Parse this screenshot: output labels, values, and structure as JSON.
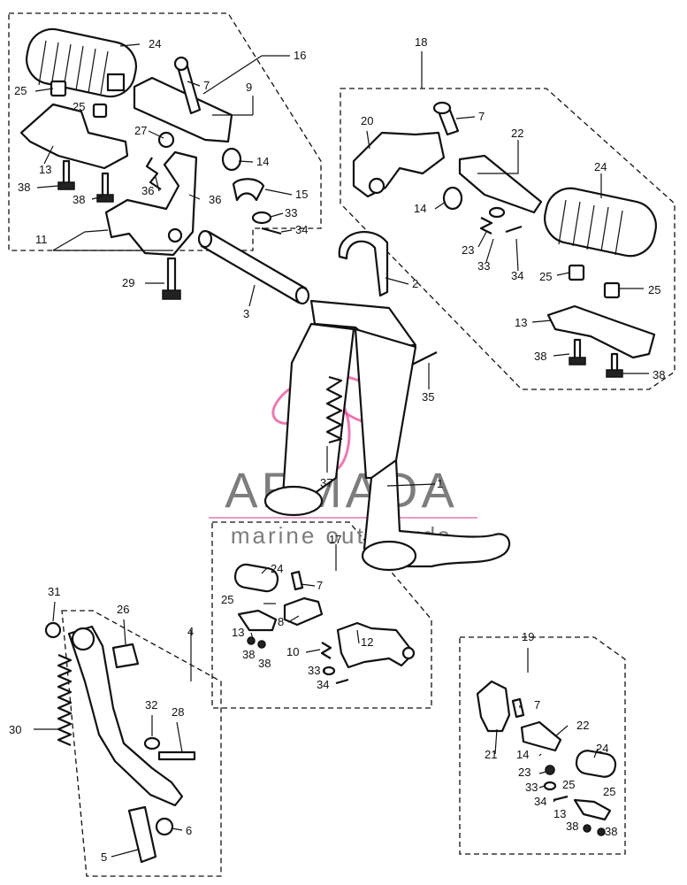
{
  "watermark": {
    "brand": "ARMADA",
    "tagline": "marine outboards",
    "logo_color": "#e64d98",
    "text_color": "#7d7d7d"
  },
  "callouts": [
    {
      "id": "c-24a",
      "label": "24"
    },
    {
      "id": "c-16",
      "label": "16"
    },
    {
      "id": "c-25a",
      "label": "25"
    },
    {
      "id": "c-25b",
      "label": "25"
    },
    {
      "id": "c-7a",
      "label": "7"
    },
    {
      "id": "c-9",
      "label": "9"
    },
    {
      "id": "c-27",
      "label": "27"
    },
    {
      "id": "c-13a",
      "label": "13"
    },
    {
      "id": "c-14a",
      "label": "14"
    },
    {
      "id": "c-38a",
      "label": "38"
    },
    {
      "id": "c-38b",
      "label": "38"
    },
    {
      "id": "c-36a",
      "label": "36"
    },
    {
      "id": "c-36b",
      "label": "36"
    },
    {
      "id": "c-15",
      "label": "15"
    },
    {
      "id": "c-33a",
      "label": "33"
    },
    {
      "id": "c-34a",
      "label": "34"
    },
    {
      "id": "c-11",
      "label": "11"
    },
    {
      "id": "c-29",
      "label": "29"
    },
    {
      "id": "c-3",
      "label": "3"
    },
    {
      "id": "c-18",
      "label": "18"
    },
    {
      "id": "c-7b",
      "label": "7"
    },
    {
      "id": "c-20",
      "label": "20"
    },
    {
      "id": "c-22a",
      "label": "22"
    },
    {
      "id": "c-24b",
      "label": "24"
    },
    {
      "id": "c-14b",
      "label": "14"
    },
    {
      "id": "c-23a",
      "label": "23"
    },
    {
      "id": "c-33b",
      "label": "33"
    },
    {
      "id": "c-34b",
      "label": "34"
    },
    {
      "id": "c-25c",
      "label": "25"
    },
    {
      "id": "c-25d",
      "label": "25"
    },
    {
      "id": "c-2",
      "label": "2"
    },
    {
      "id": "c-13b",
      "label": "13"
    },
    {
      "id": "c-38c",
      "label": "38"
    },
    {
      "id": "c-38d",
      "label": "38"
    },
    {
      "id": "c-35",
      "label": "35"
    },
    {
      "id": "c-37",
      "label": "37"
    },
    {
      "id": "c-1",
      "label": "1"
    },
    {
      "id": "c-17",
      "label": "17"
    },
    {
      "id": "c-24c",
      "label": "24"
    },
    {
      "id": "c-7c",
      "label": "7"
    },
    {
      "id": "c-25e",
      "label": "25"
    },
    {
      "id": "c-8",
      "label": "8"
    },
    {
      "id": "c-12",
      "label": "12"
    },
    {
      "id": "c-13c",
      "label": "13"
    },
    {
      "id": "c-38e",
      "label": "38"
    },
    {
      "id": "c-38f",
      "label": "38"
    },
    {
      "id": "c-10",
      "label": "10"
    },
    {
      "id": "c-33c",
      "label": "33"
    },
    {
      "id": "c-34c",
      "label": "34"
    },
    {
      "id": "c-31",
      "label": "31"
    },
    {
      "id": "c-26",
      "label": "26"
    },
    {
      "id": "c-4",
      "label": "4"
    },
    {
      "id": "c-30",
      "label": "30"
    },
    {
      "id": "c-32",
      "label": "32"
    },
    {
      "id": "c-28",
      "label": "28"
    },
    {
      "id": "c-6",
      "label": "6"
    },
    {
      "id": "c-5",
      "label": "5"
    },
    {
      "id": "c-19",
      "label": "19"
    },
    {
      "id": "c-7d",
      "label": "7"
    },
    {
      "id": "c-22b",
      "label": "22"
    },
    {
      "id": "c-21",
      "label": "21"
    },
    {
      "id": "c-14c",
      "label": "14"
    },
    {
      "id": "c-24d",
      "label": "24"
    },
    {
      "id": "c-23b",
      "label": "23"
    },
    {
      "id": "c-33d",
      "label": "33"
    },
    {
      "id": "c-25f",
      "label": "25"
    },
    {
      "id": "c-25g",
      "label": "25"
    },
    {
      "id": "c-34d",
      "label": "34"
    },
    {
      "id": "c-13d",
      "label": "13"
    },
    {
      "id": "c-38g",
      "label": "38"
    },
    {
      "id": "c-38h",
      "label": "38"
    }
  ]
}
